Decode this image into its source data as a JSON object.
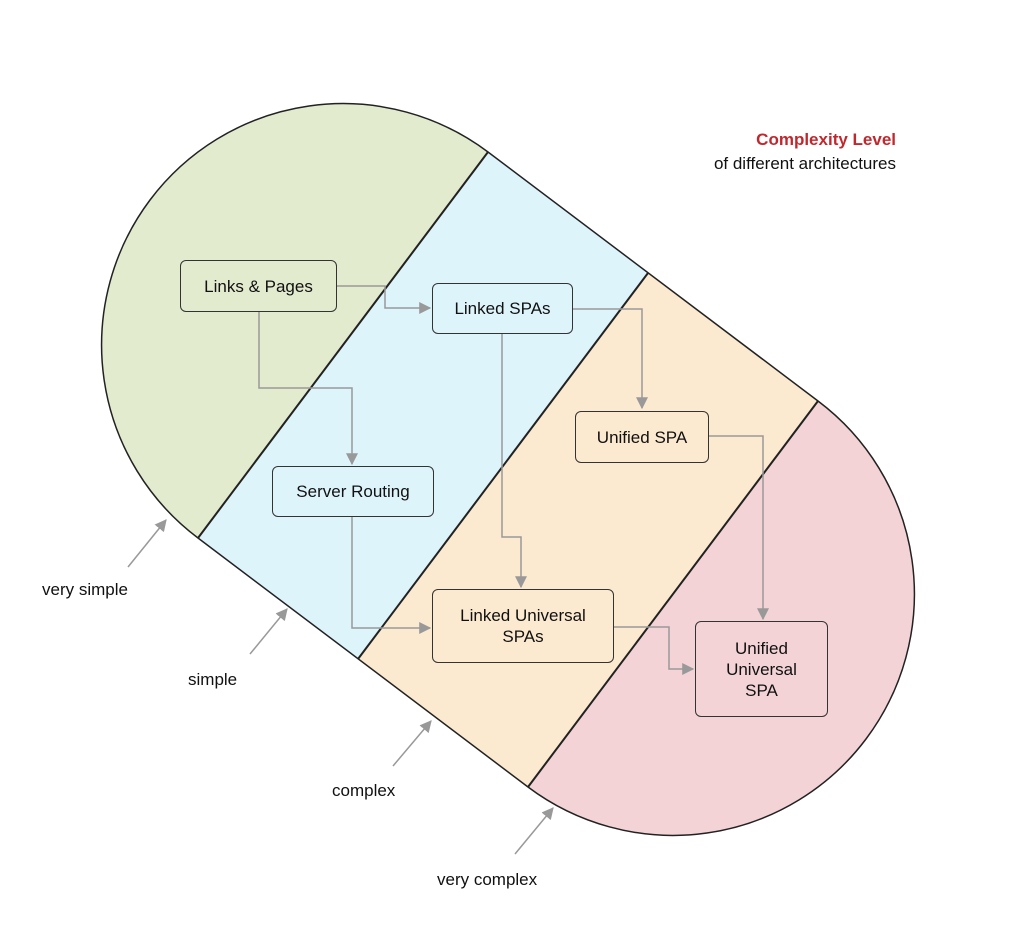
{
  "legend": {
    "title": "Complexity Level",
    "subtitle": "of different architectures"
  },
  "colors": {
    "zone_very_simple": "#e3ebcf",
    "zone_simple": "#def4fb",
    "zone_complex": "#fbe9d0",
    "zone_very_complex": "#f3d3d6",
    "outline": "#222222",
    "connector": "#999999",
    "title_accent": "#c0282e"
  },
  "nodes": {
    "links_pages": "Links & Pages",
    "linked_spas": "Linked SPAs",
    "unified_spa": "Unified SPA",
    "server_routing": "Server Routing",
    "linked_universal_spas": "Linked Universal\nSPAs",
    "unified_universal_spa": "Unified\nUniversal\nSPA"
  },
  "levels": {
    "very_simple": "very simple",
    "simple": "simple",
    "complex": "complex",
    "very_complex": "very complex"
  }
}
